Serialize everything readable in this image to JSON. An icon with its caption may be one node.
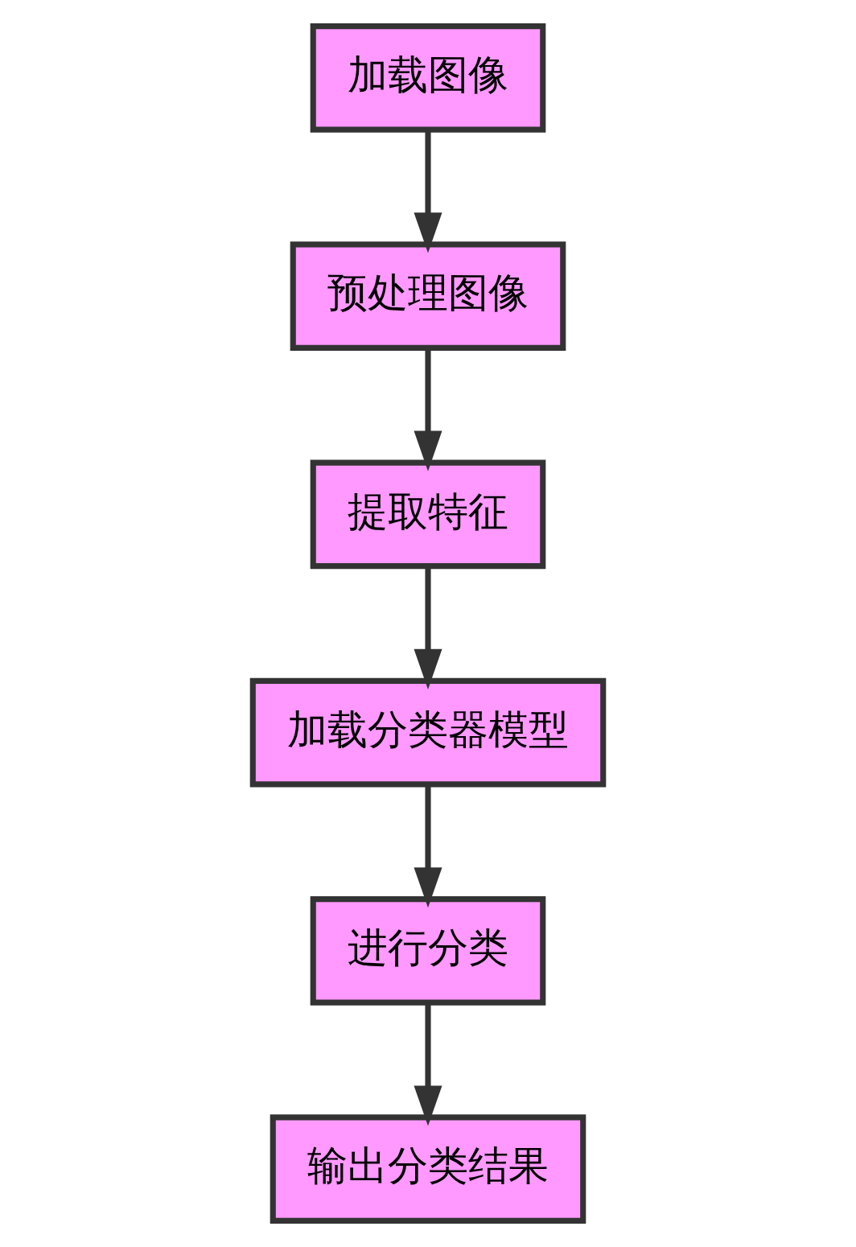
{
  "diagram": {
    "nodes": [
      {
        "text": [
          "加载图像"
        ]
      },
      {
        "text": [
          "预处理图像"
        ]
      },
      {
        "text": [
          "提取特征"
        ]
      },
      {
        "text": [
          "加载分类器模型"
        ]
      },
      {
        "text": [
          "进行分类"
        ]
      },
      {
        "text": [
          "输出分类结果"
        ]
      }
    ],
    "edges": [
      {
        "from": 0,
        "to": 1,
        "arrow": "to"
      },
      {
        "from": 1,
        "to": 2,
        "arrow": "to"
      },
      {
        "from": 2,
        "to": 3,
        "arrow": "to"
      },
      {
        "from": 3,
        "to": 4,
        "arrow": "to"
      },
      {
        "from": 4,
        "to": 5,
        "arrow": "to"
      }
    ]
  }
}
